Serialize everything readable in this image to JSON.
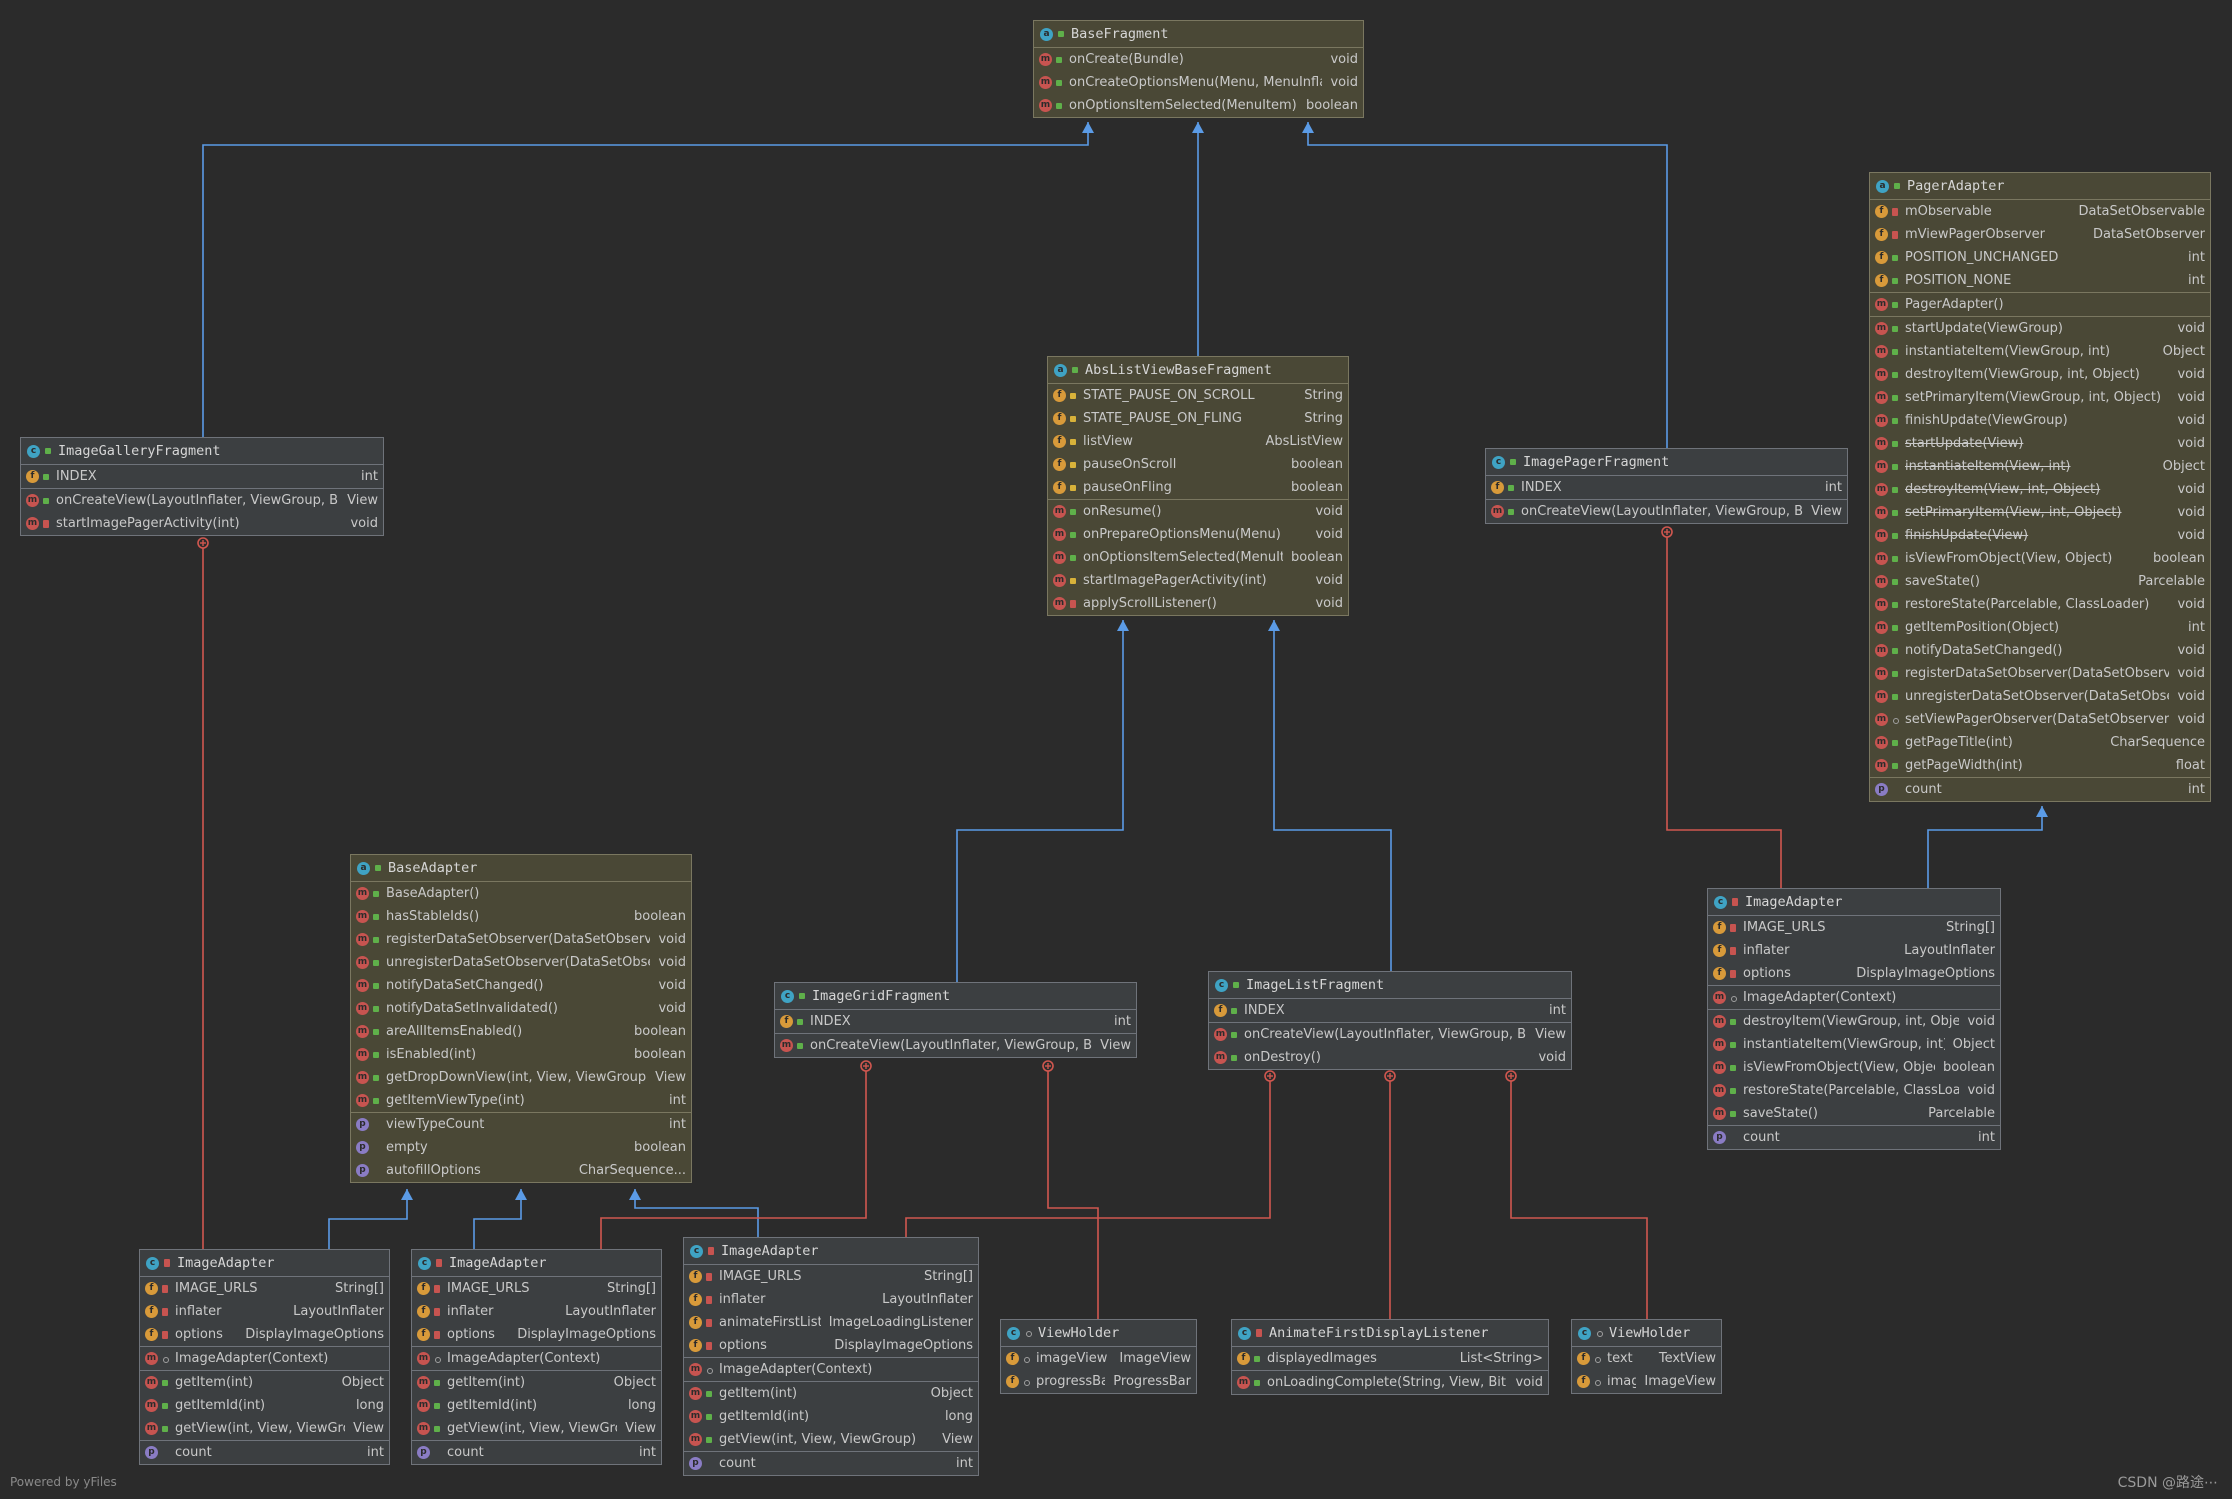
{
  "footer": {
    "powered_by": "Powered by yFiles",
    "credit": "CSDN @路途⋯"
  },
  "nodes": {
    "base_fragment": {
      "kind": "abstract",
      "icon": "abstract-class-icon",
      "title": "BaseFragment",
      "sections": [
        [
          {
            "ic": "m",
            "vis": "pub",
            "name": "onCreate(Bundle)",
            "type": "void"
          },
          {
            "ic": "m",
            "vis": "pub",
            "name": "onCreateOptionsMenu(Menu, MenuInflater)",
            "type": "void"
          },
          {
            "ic": "m",
            "vis": "pub",
            "name": "onOptionsItemSelected(MenuItem)",
            "type": "boolean"
          }
        ]
      ]
    },
    "abs_list_view_base_fragment": {
      "kind": "abstract",
      "icon": "abstract-class-icon",
      "title": "AbsListViewBaseFragment",
      "sections": [
        [
          {
            "ic": "f",
            "vis": "pro",
            "name": "STATE_PAUSE_ON_SCROLL",
            "type": "String"
          },
          {
            "ic": "f",
            "vis": "pro",
            "name": "STATE_PAUSE_ON_FLING",
            "type": "String"
          },
          {
            "ic": "f",
            "vis": "pro",
            "name": "listView",
            "type": "AbsListView"
          },
          {
            "ic": "f",
            "vis": "pro",
            "name": "pauseOnScroll",
            "type": "boolean"
          },
          {
            "ic": "f",
            "vis": "pro",
            "name": "pauseOnFling",
            "type": "boolean"
          }
        ],
        [
          {
            "ic": "m",
            "vis": "pub",
            "name": "onResume()",
            "type": "void"
          },
          {
            "ic": "m",
            "vis": "pub",
            "name": "onPrepareOptionsMenu(Menu)",
            "type": "void"
          },
          {
            "ic": "m",
            "vis": "pub",
            "name": "onOptionsItemSelected(MenuItem)",
            "type": "boolean"
          },
          {
            "ic": "m",
            "vis": "pro",
            "name": "startImagePagerActivity(int)",
            "type": "void"
          },
          {
            "ic": "m",
            "vis": "pri",
            "name": "applyScrollListener()",
            "type": "void"
          }
        ]
      ]
    },
    "image_gallery_fragment": {
      "kind": "class",
      "icon": "class-icon",
      "title": "ImageGalleryFragment",
      "sections": [
        [
          {
            "ic": "f",
            "vis": "pub",
            "name": "INDEX",
            "type": "int"
          }
        ],
        [
          {
            "ic": "m",
            "vis": "pub",
            "name": "onCreateView(LayoutInflater, ViewGroup, Bundle)",
            "type": "View"
          },
          {
            "ic": "m",
            "vis": "pri",
            "name": "startImagePagerActivity(int)",
            "type": "void"
          }
        ]
      ]
    },
    "image_pager_fragment": {
      "kind": "class",
      "icon": "class-icon",
      "title": "ImagePagerFragment",
      "sections": [
        [
          {
            "ic": "f",
            "vis": "pub",
            "name": "INDEX",
            "type": "int"
          }
        ],
        [
          {
            "ic": "m",
            "vis": "pub",
            "name": "onCreateView(LayoutInflater, ViewGroup, Bundle)",
            "type": "View"
          }
        ]
      ]
    },
    "pager_adapter": {
      "kind": "abstract",
      "icon": "abstract-class-icon",
      "title": "PagerAdapter",
      "sections": [
        [
          {
            "ic": "f",
            "vis": "pri",
            "name": "mObservable",
            "type": "DataSetObservable"
          },
          {
            "ic": "f",
            "vis": "pri",
            "name": "mViewPagerObserver",
            "type": "DataSetObserver"
          },
          {
            "ic": "f",
            "vis": "pub",
            "name": "POSITION_UNCHANGED",
            "type": "int"
          },
          {
            "ic": "f",
            "vis": "pub",
            "name": "POSITION_NONE",
            "type": "int"
          }
        ],
        [
          {
            "ic": "m",
            "vis": "pub",
            "name": "PagerAdapter()",
            "type": ""
          }
        ],
        [
          {
            "ic": "m",
            "vis": "pub",
            "name": "startUpdate(ViewGroup)",
            "type": "void"
          },
          {
            "ic": "m",
            "vis": "pub",
            "name": "instantiateItem(ViewGroup, int)",
            "type": "Object"
          },
          {
            "ic": "m",
            "vis": "pub",
            "name": "destroyItem(ViewGroup, int, Object)",
            "type": "void"
          },
          {
            "ic": "m",
            "vis": "pub",
            "name": "setPrimaryItem(ViewGroup, int, Object)",
            "type": "void"
          },
          {
            "ic": "m",
            "vis": "pub",
            "name": "finishUpdate(ViewGroup)",
            "type": "void"
          },
          {
            "ic": "m",
            "vis": "pub",
            "name": "startUpdate(View)",
            "type": "void",
            "dep": true
          },
          {
            "ic": "m",
            "vis": "pub",
            "name": "instantiateItem(View, int)",
            "type": "Object",
            "dep": true
          },
          {
            "ic": "m",
            "vis": "pub",
            "name": "destroyItem(View, int, Object)",
            "type": "void",
            "dep": true
          },
          {
            "ic": "m",
            "vis": "pub",
            "name": "setPrimaryItem(View, int, Object)",
            "type": "void",
            "dep": true
          },
          {
            "ic": "m",
            "vis": "pub",
            "name": "finishUpdate(View)",
            "type": "void",
            "dep": true
          },
          {
            "ic": "m",
            "vis": "pub",
            "name": "isViewFromObject(View, Object)",
            "type": "boolean"
          },
          {
            "ic": "m",
            "vis": "pub",
            "name": "saveState()",
            "type": "Parcelable"
          },
          {
            "ic": "m",
            "vis": "pub",
            "name": "restoreState(Parcelable, ClassLoader)",
            "type": "void"
          },
          {
            "ic": "m",
            "vis": "pub",
            "name": "getItemPosition(Object)",
            "type": "int"
          },
          {
            "ic": "m",
            "vis": "pub",
            "name": "notifyDataSetChanged()",
            "type": "void"
          },
          {
            "ic": "m",
            "vis": "pub",
            "name": "registerDataSetObserver(DataSetObserver)",
            "type": "void"
          },
          {
            "ic": "m",
            "vis": "pub",
            "name": "unregisterDataSetObserver(DataSetObserver)",
            "type": "void"
          },
          {
            "ic": "m",
            "vis": "pkg",
            "name": "setViewPagerObserver(DataSetObserver)",
            "type": "void"
          },
          {
            "ic": "m",
            "vis": "pub",
            "name": "getPageTitle(int)",
            "type": "CharSequence"
          },
          {
            "ic": "m",
            "vis": "pub",
            "name": "getPageWidth(int)",
            "type": "float"
          }
        ],
        [
          {
            "ic": "p",
            "vis": "none",
            "name": "count",
            "type": "int"
          }
        ]
      ]
    },
    "base_adapter": {
      "kind": "abstract",
      "icon": "abstract-class-icon",
      "title": "BaseAdapter",
      "sections": [
        [
          {
            "ic": "m",
            "vis": "pub",
            "name": "BaseAdapter()",
            "type": ""
          },
          {
            "ic": "m",
            "vis": "pub",
            "name": "hasStableIds()",
            "type": "boolean"
          },
          {
            "ic": "m",
            "vis": "pub",
            "name": "registerDataSetObserver(DataSetObserver)",
            "type": "void"
          },
          {
            "ic": "m",
            "vis": "pub",
            "name": "unregisterDataSetObserver(DataSetObserver)",
            "type": "void"
          },
          {
            "ic": "m",
            "vis": "pub",
            "name": "notifyDataSetChanged()",
            "type": "void"
          },
          {
            "ic": "m",
            "vis": "pub",
            "name": "notifyDataSetInvalidated()",
            "type": "void"
          },
          {
            "ic": "m",
            "vis": "pub",
            "name": "areAllItemsEnabled()",
            "type": "boolean"
          },
          {
            "ic": "m",
            "vis": "pub",
            "name": "isEnabled(int)",
            "type": "boolean"
          },
          {
            "ic": "m",
            "vis": "pub",
            "name": "getDropDownView(int, View, ViewGroup)",
            "type": "View"
          },
          {
            "ic": "m",
            "vis": "pub",
            "name": "getItemViewType(int)",
            "type": "int"
          }
        ],
        [
          {
            "ic": "p",
            "vis": "none",
            "name": "viewTypeCount",
            "type": "int"
          },
          {
            "ic": "p",
            "vis": "none",
            "name": "empty",
            "type": "boolean"
          },
          {
            "ic": "p",
            "vis": "none",
            "name": "autofillOptions",
            "type": "CharSequence..."
          }
        ]
      ]
    },
    "image_grid_fragment": {
      "kind": "class",
      "icon": "class-icon",
      "title": "ImageGridFragment",
      "sections": [
        [
          {
            "ic": "f",
            "vis": "pub",
            "name": "INDEX",
            "type": "int"
          }
        ],
        [
          {
            "ic": "m",
            "vis": "pub",
            "name": "onCreateView(LayoutInflater, ViewGroup, Bundle)",
            "type": "View"
          }
        ]
      ]
    },
    "image_list_fragment": {
      "kind": "class",
      "icon": "class-icon",
      "title": "ImageListFragment",
      "sections": [
        [
          {
            "ic": "f",
            "vis": "pub",
            "name": "INDEX",
            "type": "int"
          }
        ],
        [
          {
            "ic": "m",
            "vis": "pub",
            "name": "onCreateView(LayoutInflater, ViewGroup, Bundle)",
            "type": "View"
          },
          {
            "ic": "m",
            "vis": "pub",
            "name": "onDestroy()",
            "type": "void"
          }
        ]
      ]
    },
    "pager_image_adapter": {
      "kind": "class",
      "icon": "inner-class-icon",
      "vis": "pri",
      "title": "ImageAdapter",
      "sections": [
        [
          {
            "ic": "f",
            "vis": "pri",
            "name": "IMAGE_URLS",
            "type": "String[]"
          },
          {
            "ic": "f",
            "vis": "pri",
            "name": "inflater",
            "type": "LayoutInflater"
          },
          {
            "ic": "f",
            "vis": "pri",
            "name": "options",
            "type": "DisplayImageOptions"
          }
        ],
        [
          {
            "ic": "m",
            "vis": "pkg",
            "name": "ImageAdapter(Context)",
            "type": ""
          }
        ],
        [
          {
            "ic": "m",
            "vis": "pub",
            "name": "destroyItem(ViewGroup, int, Object)",
            "type": "void"
          },
          {
            "ic": "m",
            "vis": "pub",
            "name": "instantiateItem(ViewGroup, int)",
            "type": "Object"
          },
          {
            "ic": "m",
            "vis": "pub",
            "name": "isViewFromObject(View, Object)",
            "type": "boolean"
          },
          {
            "ic": "m",
            "vis": "pub",
            "name": "restoreState(Parcelable, ClassLoader)",
            "type": "void"
          },
          {
            "ic": "m",
            "vis": "pub",
            "name": "saveState()",
            "type": "Parcelable"
          }
        ],
        [
          {
            "ic": "p",
            "vis": "none",
            "name": "count",
            "type": "int"
          }
        ]
      ]
    },
    "gallery_image_adapter": {
      "kind": "class",
      "icon": "inner-class-icon",
      "vis": "pri",
      "title": "ImageAdapter",
      "sections": [
        [
          {
            "ic": "f",
            "vis": "pri",
            "name": "IMAGE_URLS",
            "type": "String[]"
          },
          {
            "ic": "f",
            "vis": "pri",
            "name": "inflater",
            "type": "LayoutInflater"
          },
          {
            "ic": "f",
            "vis": "pri",
            "name": "options",
            "type": "DisplayImageOptions"
          }
        ],
        [
          {
            "ic": "m",
            "vis": "pkg",
            "name": "ImageAdapter(Context)",
            "type": ""
          }
        ],
        [
          {
            "ic": "m",
            "vis": "pub",
            "name": "getItem(int)",
            "type": "Object"
          },
          {
            "ic": "m",
            "vis": "pub",
            "name": "getItemId(int)",
            "type": "long"
          },
          {
            "ic": "m",
            "vis": "pub",
            "name": "getView(int, View, ViewGroup)",
            "type": "View"
          }
        ],
        [
          {
            "ic": "p",
            "vis": "none",
            "name": "count",
            "type": "int"
          }
        ]
      ]
    },
    "grid_image_adapter": {
      "kind": "class",
      "icon": "inner-class-icon",
      "vis": "pri",
      "title": "ImageAdapter",
      "sections": [
        [
          {
            "ic": "f",
            "vis": "pri",
            "name": "IMAGE_URLS",
            "type": "String[]"
          },
          {
            "ic": "f",
            "vis": "pri",
            "name": "inflater",
            "type": "LayoutInflater"
          },
          {
            "ic": "f",
            "vis": "pri",
            "name": "options",
            "type": "DisplayImageOptions"
          }
        ],
        [
          {
            "ic": "m",
            "vis": "pkg",
            "name": "ImageAdapter(Context)",
            "type": ""
          }
        ],
        [
          {
            "ic": "m",
            "vis": "pub",
            "name": "getItem(int)",
            "type": "Object"
          },
          {
            "ic": "m",
            "vis": "pub",
            "name": "getItemId(int)",
            "type": "long"
          },
          {
            "ic": "m",
            "vis": "pub",
            "name": "getView(int, View, ViewGroup)",
            "type": "View"
          }
        ],
        [
          {
            "ic": "p",
            "vis": "none",
            "name": "count",
            "type": "int"
          }
        ]
      ]
    },
    "list_image_adapter": {
      "kind": "class",
      "icon": "inner-class-icon",
      "vis": "pri",
      "title": "ImageAdapter",
      "sections": [
        [
          {
            "ic": "f",
            "vis": "pri",
            "name": "IMAGE_URLS",
            "type": "String[]"
          },
          {
            "ic": "f",
            "vis": "pri",
            "name": "inflater",
            "type": "LayoutInflater"
          },
          {
            "ic": "f",
            "vis": "pri",
            "name": "animateFirstListener",
            "type": "ImageLoadingListener"
          },
          {
            "ic": "f",
            "vis": "pri",
            "name": "options",
            "type": "DisplayImageOptions"
          }
        ],
        [
          {
            "ic": "m",
            "vis": "pkg",
            "name": "ImageAdapter(Context)",
            "type": ""
          }
        ],
        [
          {
            "ic": "m",
            "vis": "pub",
            "name": "getItem(int)",
            "type": "Object"
          },
          {
            "ic": "m",
            "vis": "pub",
            "name": "getItemId(int)",
            "type": "long"
          },
          {
            "ic": "m",
            "vis": "pub",
            "name": "getView(int, View, ViewGroup)",
            "type": "View"
          }
        ],
        [
          {
            "ic": "p",
            "vis": "none",
            "name": "count",
            "type": "int"
          }
        ]
      ]
    },
    "grid_view_holder": {
      "kind": "class",
      "icon": "inner-class-icon",
      "vis": "pkg",
      "title": "ViewHolder",
      "sections": [
        [
          {
            "ic": "f",
            "vis": "pkg",
            "name": "imageView",
            "type": "ImageView"
          },
          {
            "ic": "f",
            "vis": "pkg",
            "name": "progressBar",
            "type": "ProgressBar"
          }
        ]
      ]
    },
    "animate_first_display_listener": {
      "kind": "class",
      "icon": "inner-class-icon",
      "vis": "pri",
      "title": "AnimateFirstDisplayListener",
      "sections": [
        [
          {
            "ic": "f",
            "vis": "pub",
            "name": "displayedImages",
            "type": "List<String>"
          }
        ],
        [
          {
            "ic": "m",
            "vis": "pub",
            "name": "onLoadingComplete(String, View, Bitmap)",
            "type": "void"
          }
        ]
      ]
    },
    "list_view_holder": {
      "kind": "class",
      "icon": "inner-class-icon",
      "vis": "pkg",
      "title": "ViewHolder",
      "sections": [
        [
          {
            "ic": "f",
            "vis": "pkg",
            "name": "text",
            "type": "TextView"
          },
          {
            "ic": "f",
            "vis": "pkg",
            "name": "image",
            "type": "ImageView"
          }
        ]
      ]
    }
  },
  "colors": {
    "inherit_edge": "#5b9be6",
    "inner_edge": "#d0574f"
  }
}
